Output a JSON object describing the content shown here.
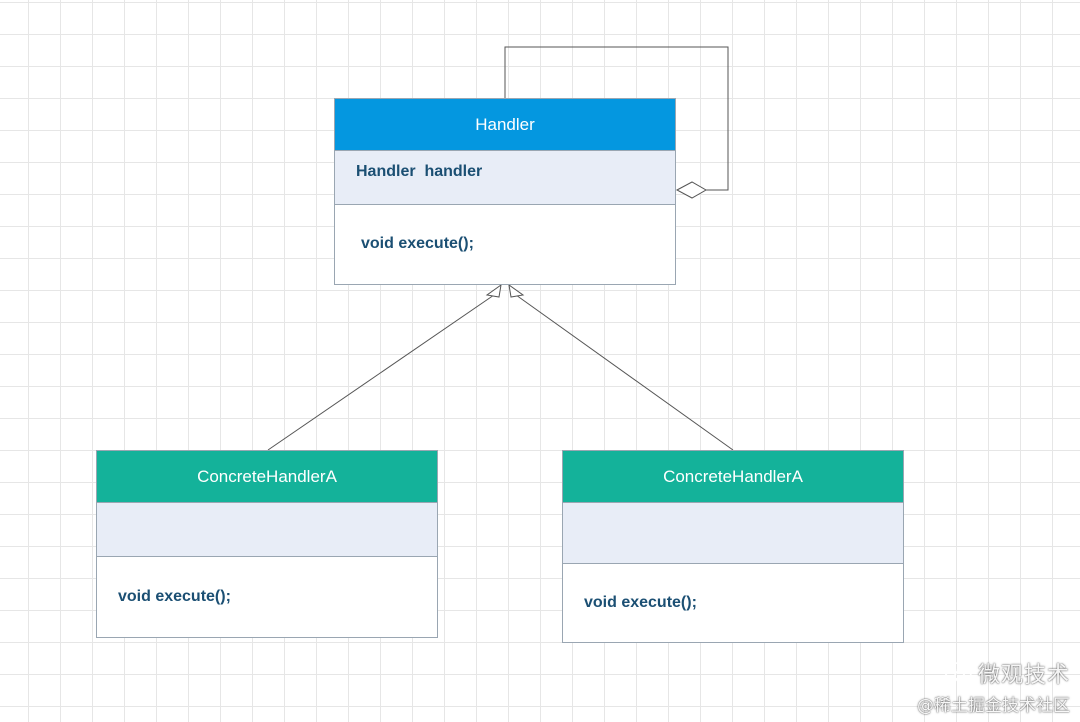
{
  "diagram": {
    "classes": [
      {
        "id": "handler",
        "name": "Handler",
        "attributes": "Handler  handler",
        "methods": "void execute();",
        "header_color": "#0497e0"
      },
      {
        "id": "concrete_a",
        "name": "ConcreteHandlerA",
        "attributes": "",
        "methods": "void execute();",
        "header_color": "#14b29a"
      },
      {
        "id": "concrete_b",
        "name": "ConcreteHandlerA",
        "attributes": "",
        "methods": "void execute();",
        "header_color": "#14b29a"
      }
    ],
    "relations": [
      {
        "type": "aggregation",
        "from": "handler",
        "to": "handler"
      },
      {
        "type": "inheritance",
        "from": "concrete_a",
        "to": "handler"
      },
      {
        "type": "inheritance",
        "from": "concrete_b",
        "to": "handler"
      }
    ]
  },
  "watermark": {
    "line1": "微观技术",
    "line2": "@稀土掘金技术社区",
    "icon": "wechat-icon"
  }
}
